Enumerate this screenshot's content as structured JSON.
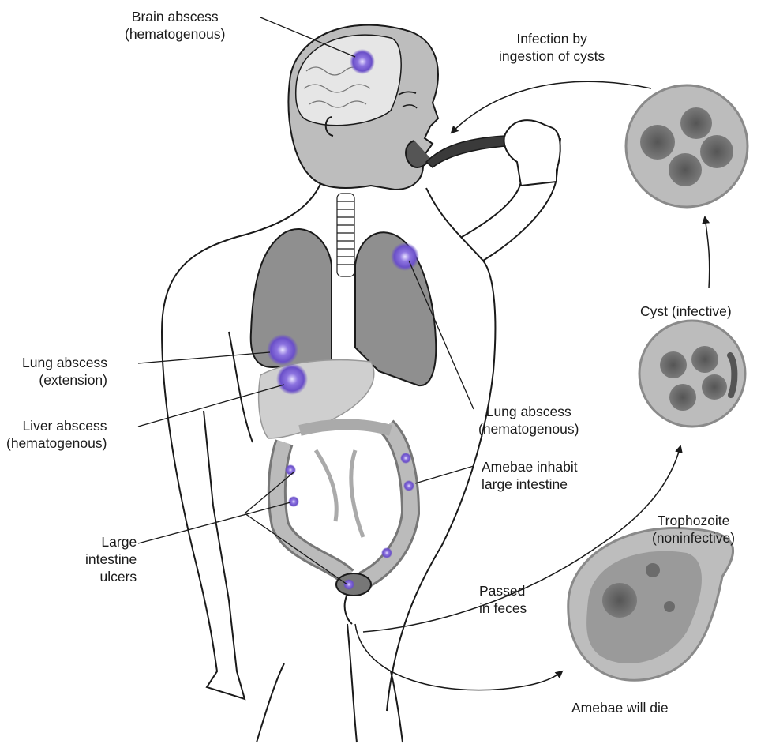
{
  "colors": {
    "outline": "#1a1a1a",
    "organ_gray": "#8f8f8f",
    "light_gray": "#cfcfcf",
    "head_gray": "#bdbdbd",
    "lesion_purple": "#6a4fc8",
    "nucleus_dark": "#6b6b6b",
    "cyst_fill": "#bcbcbc"
  },
  "labels": {
    "brain_abscess": [
      "Brain abscess",
      "(hematogenous)"
    ],
    "infection": [
      "Infection by",
      "ingestion of cysts"
    ],
    "lung_abscess_ext": [
      "Lung abscess",
      "(extension)"
    ],
    "liver_abscess": [
      "Liver abscess",
      "(hematogenous)"
    ],
    "lung_abscess_hem": [
      "Lung abscess",
      "(hematogenous)"
    ],
    "amebae_inhabit": [
      "Amebae inhabit",
      "large intestine"
    ],
    "large_intestine_ulcers": [
      "Large",
      "intestine",
      "ulcers"
    ],
    "cyst_infective": "Cyst (infective)",
    "trophozoite": [
      "Trophozoite",
      "(noninfective)"
    ],
    "passed_feces": [
      "Passed",
      "in feces"
    ],
    "amebae_die": "Amebae will die"
  }
}
